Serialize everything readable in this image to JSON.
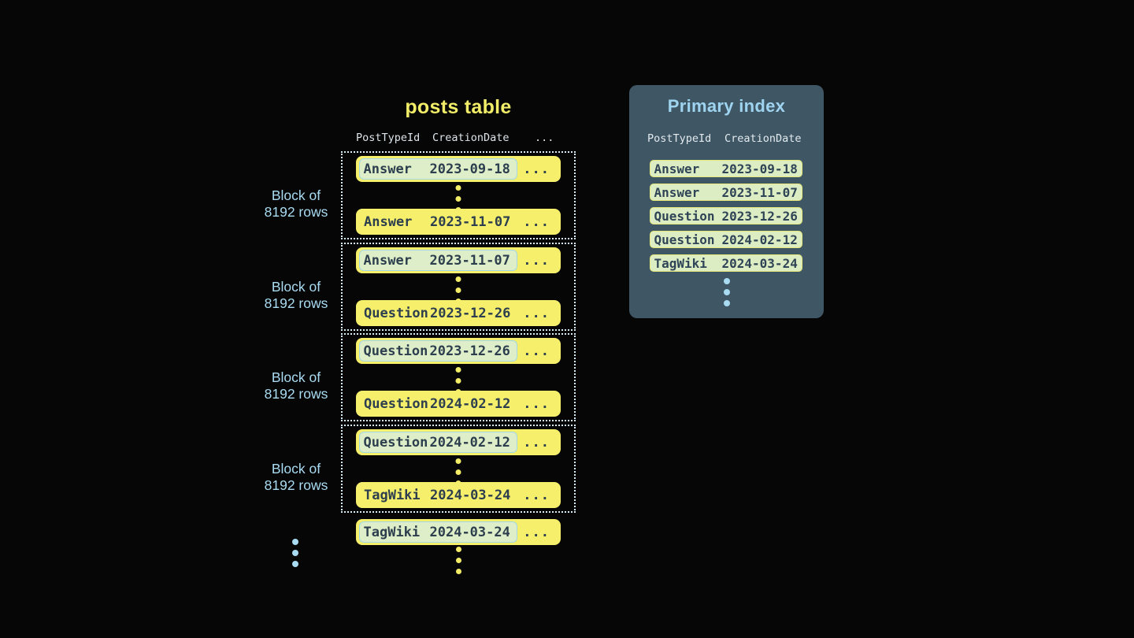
{
  "colors": {
    "background": "#060606",
    "row_yellow": "#f5ef6b",
    "title_yellow": "#f2ed68",
    "row_text_dark": "#2d3e4e",
    "highlight_green_bg": "#ddeec9",
    "highlight_blue_border": "#a4d7e6",
    "block_dotted_border": "#d8edf8",
    "accent_light_blue": "#a9dbf2",
    "panel_bg": "#3f5665",
    "panel_title_blue": "#9fd4f0",
    "index_row_green_bg": "#dcedc4",
    "index_row_yellow_border": "#e6e87b",
    "header_text": "#dde4e9"
  },
  "posts_table": {
    "title": "posts table",
    "header": {
      "col1": "PostTypeId",
      "col2": "CreationDate",
      "col3": "..."
    },
    "block_label": {
      "line1": "Block of",
      "line2": "8192 rows"
    },
    "row_ellipsis": "...",
    "blocks": [
      {
        "first": {
          "type": "Answer",
          "date": "2023-09-18"
        },
        "last": {
          "type": "Answer",
          "date": "2023-11-07"
        }
      },
      {
        "first": {
          "type": "Answer",
          "date": "2023-11-07"
        },
        "last": {
          "type": "Question",
          "date": "2023-12-26"
        }
      },
      {
        "first": {
          "type": "Question",
          "date": "2023-12-26"
        },
        "last": {
          "type": "Question",
          "date": "2024-02-12"
        }
      },
      {
        "first": {
          "type": "Question",
          "date": "2024-02-12"
        },
        "last": {
          "type": "TagWiki",
          "date": "2024-03-24"
        }
      }
    ],
    "overflow_row": {
      "type": "TagWiki",
      "date": "2024-03-24"
    }
  },
  "primary_index": {
    "title": "Primary index",
    "header": {
      "col1": "PostTypeId",
      "col2": "CreationDate"
    },
    "rows": [
      {
        "type": "Answer",
        "date": "2023-09-18"
      },
      {
        "type": "Answer",
        "date": "2023-11-07"
      },
      {
        "type": "Question",
        "date": "2023-12-26"
      },
      {
        "type": "Question",
        "date": "2024-02-12"
      },
      {
        "type": "TagWiki",
        "date": "2024-03-24"
      }
    ]
  }
}
